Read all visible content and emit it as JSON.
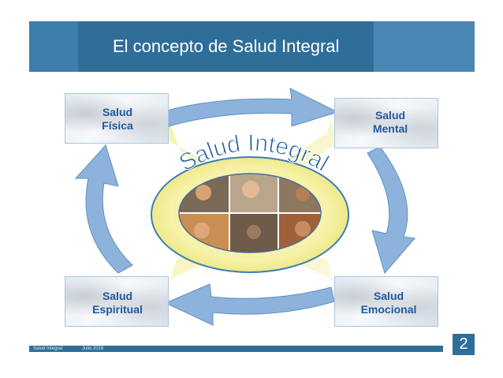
{
  "header": {
    "title": "El concepto de Salud Integral"
  },
  "center": {
    "title": "Salud Integral"
  },
  "boxes": {
    "fisica": {
      "line1": "Salud",
      "line2": "Física"
    },
    "mental": {
      "line1": "Salud",
      "line2": "Mental"
    },
    "espiritual": {
      "line1": "Salud",
      "line2": "Espiritual"
    },
    "emocional": {
      "line1": "Salud",
      "line2": "Emocional"
    }
  },
  "footer": {
    "left_label": "Salud Integral",
    "date": "Julio 2016",
    "page_number": "2"
  },
  "colors": {
    "header_blue": "#2f6e98",
    "arrow_blue": "#7fa9d6",
    "ellipse_yellow": "#f8f5b4",
    "label_blue": "#1f5aa0"
  }
}
